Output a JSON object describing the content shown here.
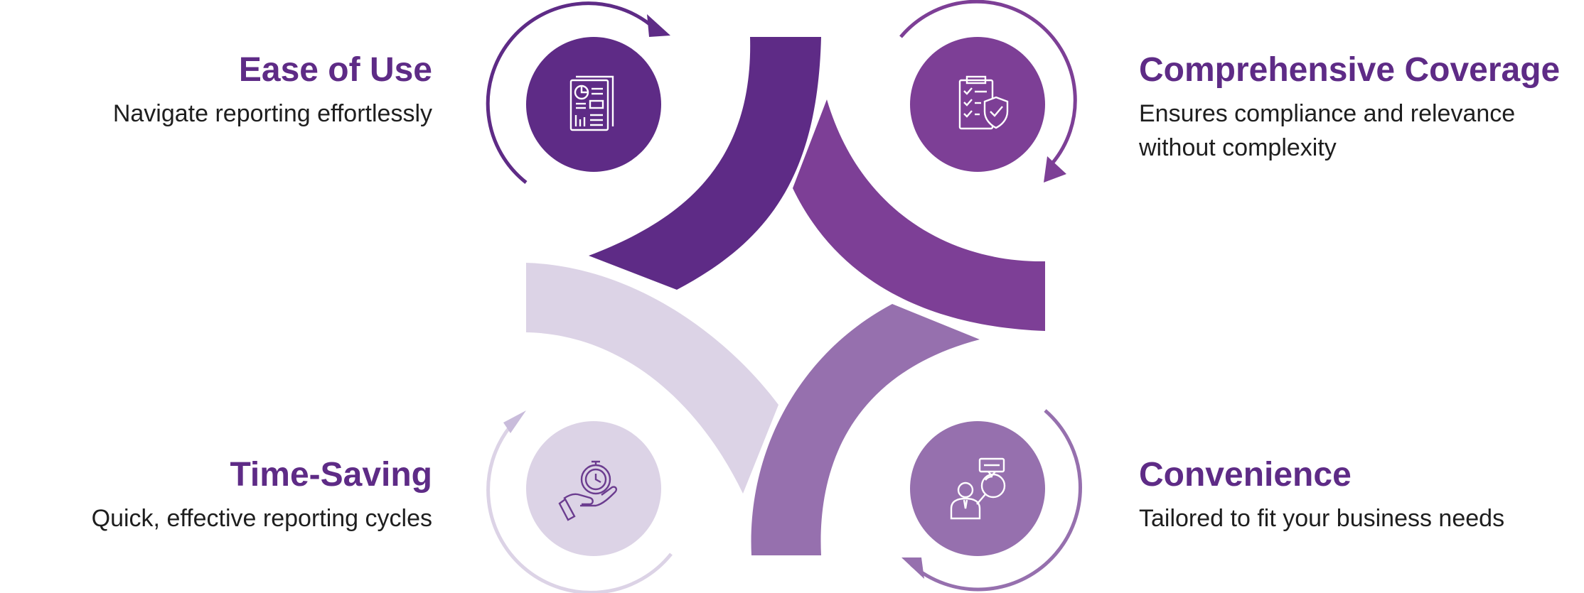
{
  "colors": {
    "deep_purple": "#5e2b86",
    "purple": "#7d3f96",
    "medium_purple": "#9670ae",
    "light_lavender": "#dcd3e6",
    "text_dark": "#1e1e1e",
    "icon_stroke": "#ffffff",
    "icon_stroke_light": "#6b3c8f"
  },
  "quadrants": [
    {
      "id": "ease",
      "title": "Ease of Use",
      "description": "Navigate reporting effortlessly",
      "icon": "report-document-icon",
      "color": "#5e2b86"
    },
    {
      "id": "comp",
      "title": "Comprehensive Coverage",
      "description": "Ensures compliance and relevance without complexity",
      "icon": "checklist-shield-icon",
      "color": "#7d3f96"
    },
    {
      "id": "time",
      "title": "Time-Saving",
      "description": "Quick, effective reporting cycles",
      "icon": "hand-stopwatch-icon",
      "color": "#dcd3e6"
    },
    {
      "id": "conv",
      "title": "Convenience",
      "description": "Tailored to fit your business needs",
      "icon": "user-magnifier-icon",
      "color": "#9670ae"
    }
  ]
}
